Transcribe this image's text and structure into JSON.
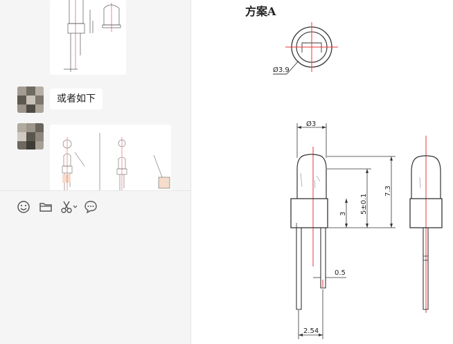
{
  "chat": {
    "text_message": "或者如下"
  },
  "toolbar": {
    "tools": [
      {
        "name": "emoji-icon"
      },
      {
        "name": "folder-icon"
      },
      {
        "name": "scissors-icon"
      },
      {
        "name": "chat-bubble-icon"
      }
    ]
  },
  "drawing": {
    "title": "方案A",
    "dims": {
      "ring_dia": "Ø3.9",
      "body_dia": "Ø3",
      "height_total": "7.3",
      "dome_height": "5±0.1",
      "flange_height": "3",
      "lead_width": "0.5",
      "lead_spacing": "2.54"
    }
  },
  "colors": {
    "centerline": "#e8343a",
    "line": "#333333",
    "panel_bg": "#f5f5f5"
  }
}
